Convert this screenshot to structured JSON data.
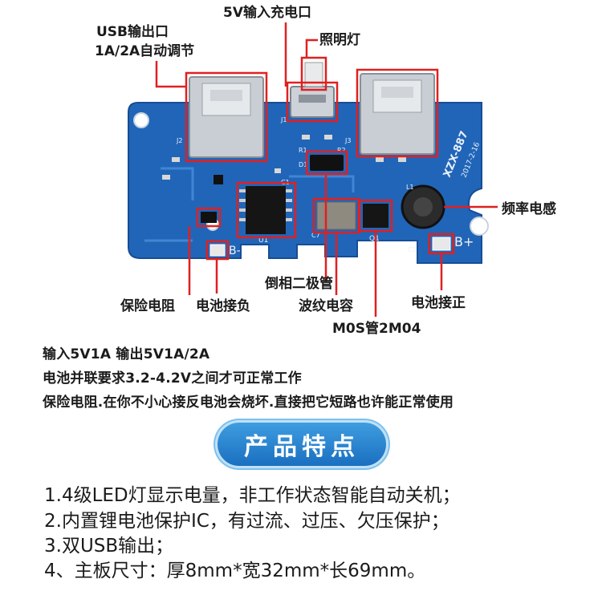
{
  "callouts": {
    "usb_output": [
      "USB输出口",
      "1A/2A自动调节"
    ],
    "input_port": "5V输入充电口",
    "light": "照明灯",
    "inductor": "频率电感",
    "diode": "倒相二极管",
    "fuse_resistor": "保险电阻",
    "battery_neg": "电池接负",
    "ripple_cap": "波纹电容",
    "battery_pos": "电池接正",
    "mos": "M0S管2M04"
  },
  "board": {
    "model": "XZX-887",
    "date": "2017-2-16",
    "b_plus": "B+",
    "b_minus": "B-",
    "u1": "U1",
    "q1": "Q1",
    "j1": "J1",
    "j2": "J2",
    "j3": "J3",
    "l1": "L1",
    "d1": "D1",
    "r1": "R1",
    "r2": "R2",
    "c1": "C1",
    "c3": "C3",
    "c7": "C7"
  },
  "notes": [
    "输入5V1A 输出5V1A/2A",
    "电池并联要求3.2-4.2V之间才可正常工作",
    "保险电阻.在你不小心接反电池会烧坏.直接把它短路也许能正常使用"
  ],
  "section_title": "产品特点",
  "features": [
    "1.4级LED灯显示电量，非工作状态智能自动关机；",
    "2.内置锂电池保护IC，有过流、过压、欠压保护；",
    "3.双USB输出；",
    "4、主板尺寸：厚8mm*宽32mm*长69mm。"
  ],
  "colors": {
    "pcb": "#2165b8",
    "pcb_dark": "#174d94",
    "callout_red": "#e02020",
    "accent_blue": "#1a6fc0"
  }
}
